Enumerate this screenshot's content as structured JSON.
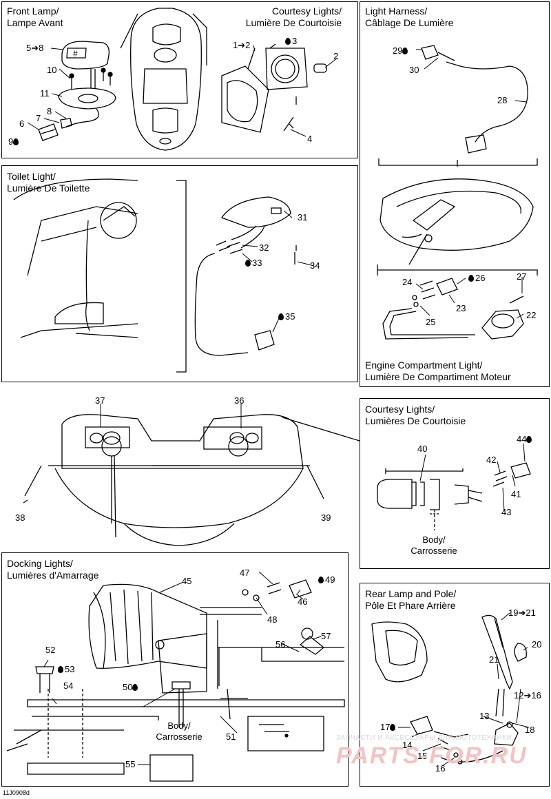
{
  "figure_id": "11J0908d",
  "panels": {
    "front_lamp": {
      "title": "Front Lamp/\nLampe Avant"
    },
    "courtesy_top": {
      "title": "Courtesy Lights/\nLumière De Courtoisie"
    },
    "light_harness": {
      "title": "Light Harness/\nCâblage De Lumière"
    },
    "toilet": {
      "title": "Toilet Light/\nLumière De Toilette"
    },
    "engine": {
      "title": "Engine Compartment Light/\nLumière De Compartiment Moteur"
    },
    "courtesy_right": {
      "title": "Courtesy Lights/\nLumières De Courtoisie",
      "body_label": "Body/\nCarrosserie"
    },
    "docking": {
      "title": "Docking Lights/\nLumières d'Amarrage",
      "body_label": "Body/\nCarrosserie"
    },
    "rear_lamp": {
      "title": "Rear Lamp and Pole/\nPôle Et Phare Arrière"
    }
  },
  "callouts": {
    "c5_8": "5➔8",
    "c10": "10",
    "c11": "11",
    "c8": "8",
    "c7": "7",
    "c6": "6",
    "c9": "9",
    "c1_2": "1➔2",
    "c3": "3",
    "c2": "2",
    "c4": "4",
    "c29": "29",
    "c30": "30",
    "c28": "28",
    "c31": "31",
    "c32": "32",
    "c33": "33",
    "c34": "34",
    "c35": "35",
    "c24": "24",
    "c26": "26",
    "c27": "27",
    "c23": "23",
    "c25": "25",
    "c22": "22",
    "c37": "37",
    "c36": "36",
    "c38": "38",
    "c39": "39",
    "c40": "40",
    "c44": "44",
    "c42": "42",
    "c41": "41",
    "c43": "43",
    "c45": "45",
    "c47": "47",
    "c49": "49",
    "c46": "46",
    "c48": "48",
    "c57": "57",
    "c56": "56",
    "c52": "52",
    "c53": "53",
    "c54": "54",
    "c50": "50",
    "c51": "51",
    "c55": "55",
    "c19_21": "19➔21",
    "c20": "20",
    "c21": "21",
    "c12_16": "12➔16",
    "c13": "13",
    "c17": "17",
    "c18": "18",
    "c14": "14",
    "c15": "15",
    "c16": "16"
  },
  "watermark": {
    "line1": "ЗАПЧАСТИ И АКСЕССУАРЫ ДЛЯ МОТОТЕХНИКИ",
    "line2": "PARTS-FOR.RU"
  }
}
